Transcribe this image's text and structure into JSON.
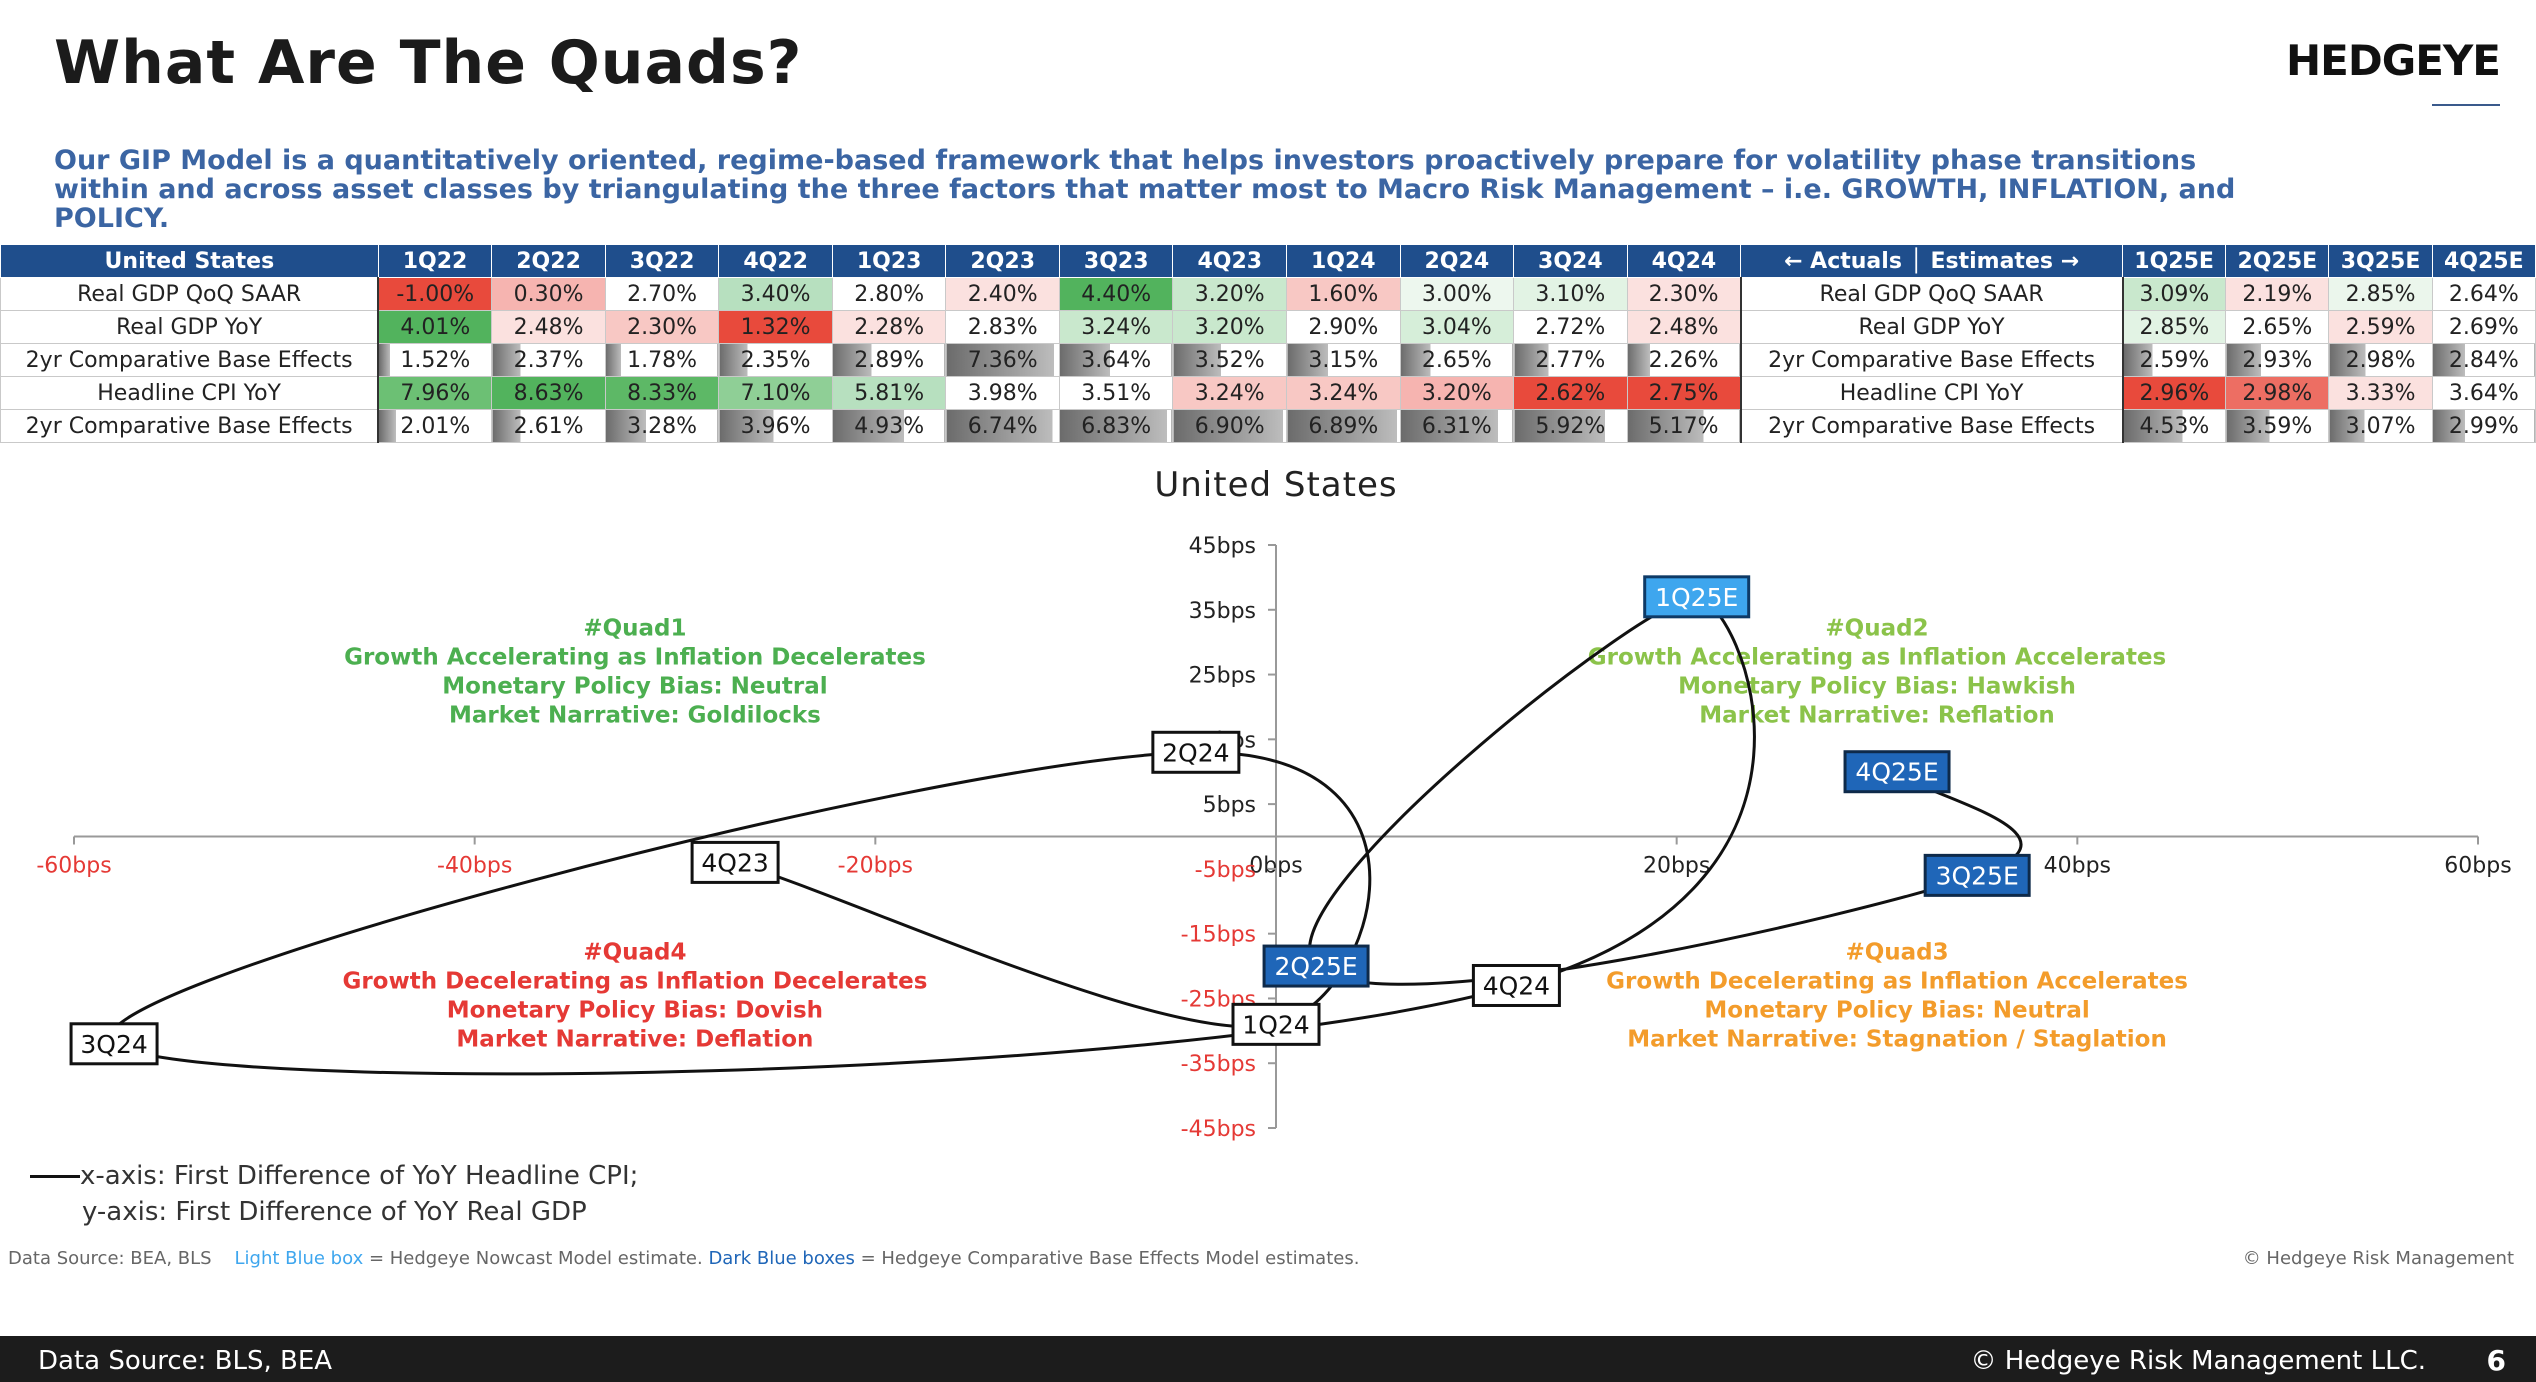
{
  "header": {
    "title": "What Are The Quads?",
    "logo": "HEDGEYE",
    "subtitle": "Our GIP Model is a quantitatively oriented, regime-based framework that helps investors proactively prepare for volatility phase transitions within and across asset classes by triangulating the three factors that matter most to Macro Risk Management – i.e. GROWTH, INFLATION, and POLICY."
  },
  "table": {
    "corner_label": "United States",
    "actual_quarters": [
      "1Q22",
      "2Q22",
      "3Q22",
      "4Q22",
      "1Q23",
      "2Q23",
      "3Q23",
      "4Q23",
      "1Q24",
      "2Q24",
      "3Q24",
      "4Q24"
    ],
    "divider_label": "← Actuals │ Estimates →",
    "estimate_quarters": [
      "1Q25E",
      "2Q25E",
      "3Q25E",
      "4Q25E"
    ],
    "rows": [
      {
        "label": "Real GDP QoQ SAAR",
        "actuals": [
          "-1.00%",
          "0.30%",
          "2.70%",
          "3.40%",
          "2.80%",
          "2.40%",
          "4.40%",
          "3.20%",
          "1.60%",
          "3.00%",
          "3.10%",
          "2.30%"
        ],
        "actual_colors": [
          "#e84a3c",
          "#f6b4b0",
          "#ffffff",
          "#b7e0bf",
          "#ffffff",
          "#fbe1df",
          "#52b35d",
          "#c9e8cd",
          "#f8c8c4",
          "#edf7ee",
          "#e2f3e4",
          "#fbe1df"
        ],
        "estimates": [
          "3.09%",
          "2.19%",
          "2.85%",
          "2.64%"
        ],
        "estimate_colors": [
          "#c9e8cd",
          "#fbe1df",
          "#ebf6ec",
          "#ffffff"
        ]
      },
      {
        "label": "Real GDP YoY",
        "actuals": [
          "4.01%",
          "2.48%",
          "2.30%",
          "1.32%",
          "2.28%",
          "2.83%",
          "3.24%",
          "3.20%",
          "2.90%",
          "3.04%",
          "2.72%",
          "2.48%"
        ],
        "actual_colors": [
          "#52b35d",
          "#fbe1df",
          "#f8c8c4",
          "#e84a3c",
          "#fbe1df",
          "#ffffff",
          "#c9e8cd",
          "#c9e8cd",
          "#ffffff",
          "#d6eed9",
          "#ffffff",
          "#fbe1df"
        ],
        "estimates": [
          "2.85%",
          "2.65%",
          "2.59%",
          "2.69%"
        ],
        "estimate_colors": [
          "#e2f3e4",
          "#ffffff",
          "#fbe1df",
          "#ffffff"
        ]
      },
      {
        "label": "2yr Comparative Base Effects",
        "actuals": [
          "1.52%",
          "2.37%",
          "1.78%",
          "2.35%",
          "2.89%",
          "7.36%",
          "3.64%",
          "3.52%",
          "3.15%",
          "2.65%",
          "2.77%",
          "2.26%"
        ],
        "actual_levels": [
          0.1,
          0.25,
          0.14,
          0.25,
          0.35,
          0.95,
          0.45,
          0.42,
          0.36,
          0.27,
          0.3,
          0.2
        ],
        "estimates": [
          "2.59%",
          "2.93%",
          "2.98%",
          "2.84%"
        ],
        "estimate_levels": [
          0.28,
          0.34,
          0.35,
          0.32
        ]
      },
      {
        "label": "Headline CPI YoY",
        "actuals": [
          "7.96%",
          "8.63%",
          "8.33%",
          "7.10%",
          "5.81%",
          "3.98%",
          "3.51%",
          "3.24%",
          "3.24%",
          "3.20%",
          "2.62%",
          "2.75%"
        ],
        "actual_colors": [
          "#6cc074",
          "#52b35d",
          "#5db866",
          "#8fcf96",
          "#b7e0bf",
          "#ffffff",
          "#ffffff",
          "#f8c8c4",
          "#f8c8c4",
          "#f6b4b0",
          "#e84a3c",
          "#e84a3c"
        ],
        "estimates": [
          "2.96%",
          "2.98%",
          "3.33%",
          "3.64%"
        ],
        "estimate_colors": [
          "#e84a3c",
          "#ed6e63",
          "#fbe1df",
          "#ffffff"
        ]
      },
      {
        "label": "2yr Comparative Base Effects",
        "actuals": [
          "2.01%",
          "2.61%",
          "3.28%",
          "3.96%",
          "4.93%",
          "6.74%",
          "6.83%",
          "6.90%",
          "6.89%",
          "6.31%",
          "5.92%",
          "5.17%"
        ],
        "actual_levels": [
          0.15,
          0.25,
          0.36,
          0.48,
          0.64,
          0.94,
          0.96,
          0.97,
          0.97,
          0.87,
          0.8,
          0.68
        ],
        "estimates": [
          "4.53%",
          "3.59%",
          "3.07%",
          "2.99%"
        ],
        "estimate_levels": [
          0.58,
          0.42,
          0.34,
          0.32
        ]
      }
    ]
  },
  "chart_data": {
    "type": "scatter",
    "title": "United States",
    "xlim": [
      -60,
      60
    ],
    "ylim": [
      -45,
      45
    ],
    "x_ticks": [
      "-60bps",
      "-40bps",
      "-20bps",
      "0bps",
      "20bps",
      "40bps",
      "60bps"
    ],
    "y_ticks": [
      "45bps",
      "35bps",
      "25bps",
      "15bps",
      "5bps",
      "-5bps",
      "-15bps",
      "-25bps",
      "-35bps",
      "-45bps"
    ],
    "points": [
      {
        "label": "4Q23",
        "x": -27,
        "y": -4,
        "style": "actual"
      },
      {
        "label": "1Q24",
        "x": 0,
        "y": -29,
        "style": "actual"
      },
      {
        "label": "2Q24",
        "x": -4,
        "y": 13,
        "style": "actual"
      },
      {
        "label": "3Q24",
        "x": -58,
        "y": -32,
        "style": "actual"
      },
      {
        "label": "4Q24",
        "x": 12,
        "y": -23,
        "style": "actual"
      },
      {
        "label": "1Q25E",
        "x": 21,
        "y": 37,
        "style": "light"
      },
      {
        "label": "2Q25E",
        "x": 2,
        "y": -20,
        "style": "dark"
      },
      {
        "label": "3Q25E",
        "x": 35,
        "y": -6,
        "style": "dark"
      },
      {
        "label": "4Q25E",
        "x": 31,
        "y": 10,
        "style": "dark"
      }
    ],
    "quads": [
      {
        "lines": [
          "#Quad1",
          "Growth Accelerating as Inflation Decelerates",
          "Monetary Policy Bias: Neutral",
          "Market Narrative: Goldilocks"
        ],
        "color": "#4caf50",
        "x": -32,
        "y": 31
      },
      {
        "lines": [
          "#Quad2",
          "Growth Accelerating as Inflation Accelerates",
          "Monetary Policy Bias: Hawkish",
          "Market Narrative: Reflation"
        ],
        "color": "#8bc34a",
        "x": 30,
        "y": 31
      },
      {
        "lines": [
          "#Quad4",
          "Growth Decelerating as Inflation Decelerates",
          "Monetary Policy Bias: Dovish",
          "Market Narrative: Deflation"
        ],
        "color": "#e53935",
        "x": -32,
        "y": -19
      },
      {
        "lines": [
          "#Quad3",
          "Growth Decelerating as Inflation Accelerates",
          "Monetary Policy Bias: Neutral",
          "Market Narrative: Stagnation / Staglation"
        ],
        "color": "#f39c2b",
        "x": 31,
        "y": -19
      }
    ],
    "colors": {
      "light_box": "#3ea6ee",
      "dark_box": "#1f66b8",
      "axis": "#999999",
      "neg_tick": "#e53935",
      "pos_tick": "#222222"
    }
  },
  "legend": {
    "x_line": "x-axis: First Difference of YoY Headline CPI;",
    "y_line": "y-axis: First Difference of YoY Real GDP"
  },
  "notes": {
    "source_prefix": "Data Source: BEA, BLS",
    "light_label": "Light Blue box",
    "light_desc": " = Hedgeye Nowcast Model estimate. ",
    "dark_label": "Dark Blue boxes",
    "dark_desc": " = Hedgeye Comparative Base Effects Model estimates.",
    "copyright": "© Hedgeye Risk Management"
  },
  "footer": {
    "left": "Data Source: BLS, BEA",
    "right": "© Hedgeye Risk Management LLC.",
    "page": "6"
  }
}
